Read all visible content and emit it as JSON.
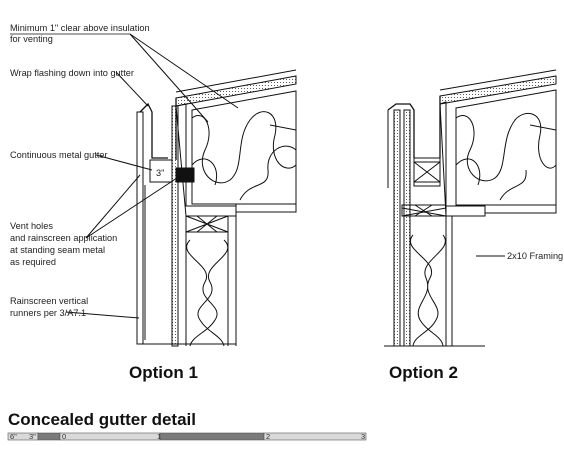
{
  "notes": {
    "insulation_clear_1": "Minimum 1\" clear above insulation",
    "insulation_clear_2": "for venting",
    "wrap_flashing": "Wrap flashing down into gutter",
    "metal_gutter": "Continuous metal gutter",
    "vent_holes_1": "Vent holes",
    "vent_holes_2": "and rainscreen application",
    "vent_holes_3": "at standing seam metal",
    "vent_holes_4": "as required",
    "runners_1": "Rainscreen vertical",
    "runners_2": "runners per 3/A7.1",
    "slope": "3\"",
    "framing": "2x10 Framing"
  },
  "options": {
    "option1": "Option 1",
    "option2": "Option 2"
  },
  "title": "Concealed gutter detail",
  "scale": {
    "labels": [
      "6\"",
      "3\"",
      "0",
      "1",
      "2",
      "3"
    ]
  },
  "colors": {
    "line": "#111111",
    "scale_dark": "#7a7a7a",
    "scale_light": "#d9d9d9"
  }
}
